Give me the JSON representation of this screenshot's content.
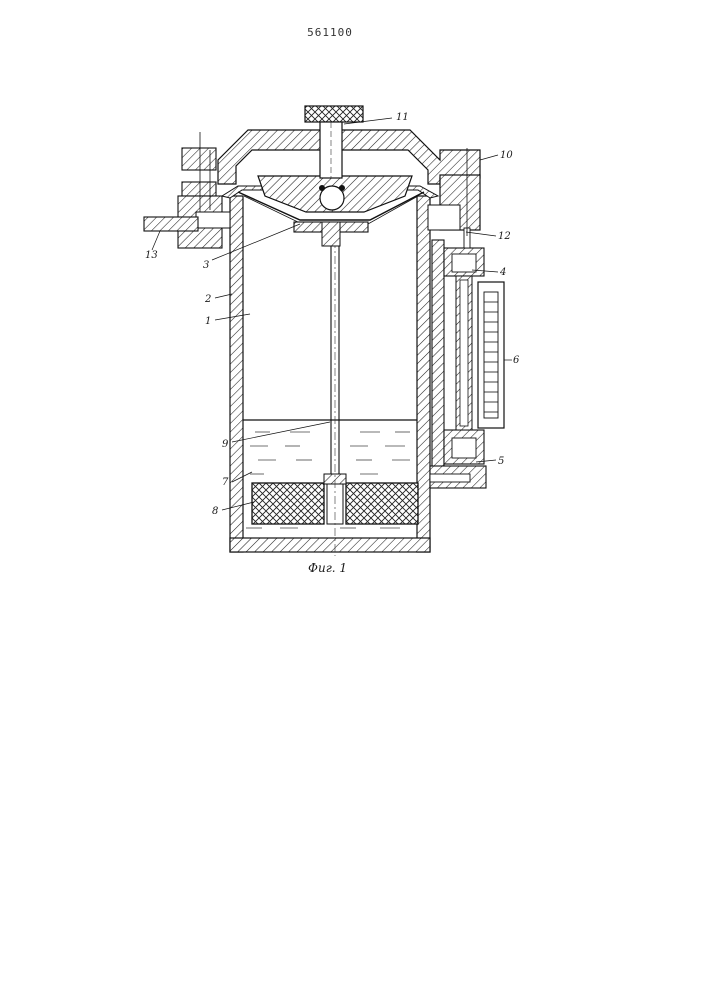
{
  "document": {
    "patent_number": "561100",
    "figure_caption": "Фиг. 1"
  },
  "labels": {
    "l1": "1",
    "l2": "2",
    "l3": "3",
    "l4": "4",
    "l5": "5",
    "l6": "6",
    "l7": "7",
    "l8": "8",
    "l9": "9",
    "l10": "10",
    "l11": "11",
    "l12": "12",
    "l13": "13"
  }
}
